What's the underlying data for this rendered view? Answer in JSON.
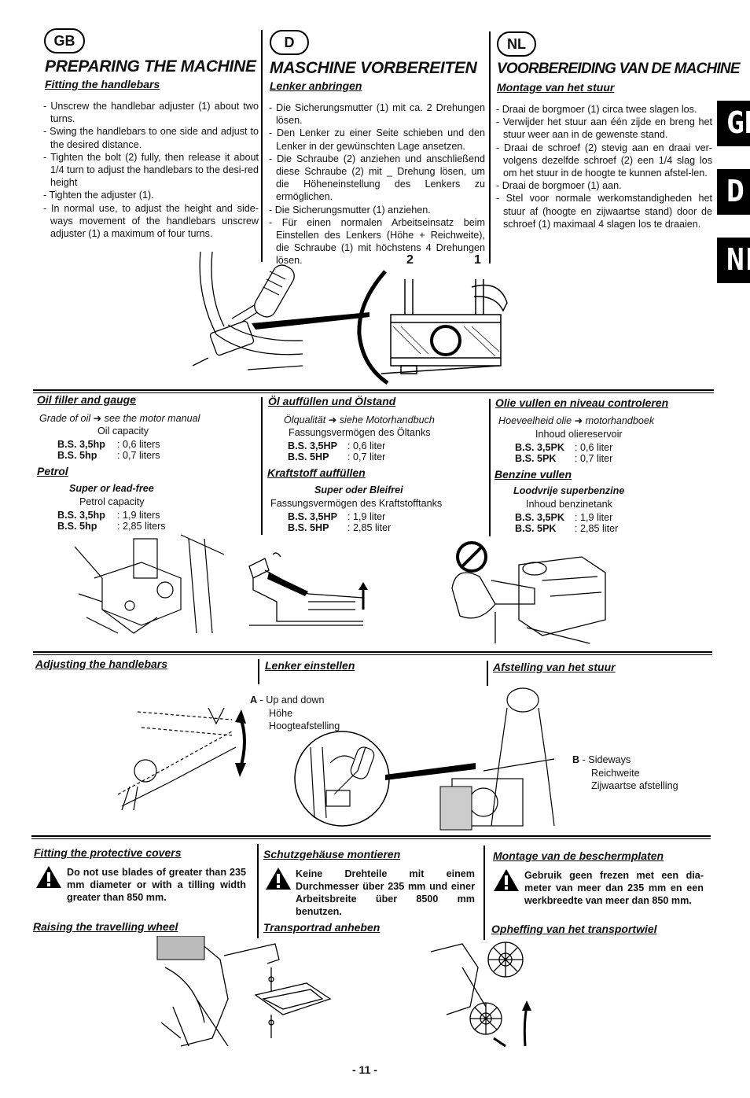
{
  "badges": {
    "gb": "GB",
    "d": "D",
    "nl": "NL"
  },
  "tabs": {
    "gb": "GB",
    "d": "D",
    "nl": "NL"
  },
  "section1": {
    "gb": {
      "title": "PREPARING THE MACHINE",
      "subtitle": "Fitting the handlebars",
      "items": [
        "- Unscrew the handlebar adjuster (1) about two turns.",
        "- Swing the handlebars to one side and adjust to the desired distance.",
        "- Tighten the bolt (2) fully, then release it about 1/4 turn to adjust the handlebars to the desi-red height",
        "- Tighten the adjuster (1).",
        "- In normal use, to adjust the height and side-ways movement of the handlebars unscrew adjuster (1) a maximum of four turns."
      ]
    },
    "d": {
      "title": "MASCHINE VORBEREITEN",
      "subtitle": "Lenker anbringen",
      "items": [
        "- Die Sicherungsmutter (1) mit ca. 2 Drehungen lösen.",
        "- Den Lenker zu einer Seite schieben und den Lenker in der gewünschten Lage ansetzen.",
        "- Die Schraube (2) anziehen und anschließend diese Schraube (2) mit _ Drehung lösen, um die Höheneinstellung des Lenkers zu ermöglichen.",
        "- Die Sicherungsmutter (1) anziehen.",
        "- Für einen normalen Arbeitseinsatz beim Einstellen des Lenkers (Höhe + Reichweite), die Schraube (1) mit höchstens 4 Drehungen lösen."
      ]
    },
    "nl": {
      "title": "VOORBEREIDING VAN DE MACHINE",
      "subtitle": "Montage van het stuur",
      "items": [
        "- Draai de borgmoer (1) circa twee slagen los.",
        "- Verwijder het stuur aan één zijde en breng het stuur weer aan in de gewenste stand.",
        "- Draai de schroef (2) stevig aan en draai ver-volgens dezelfde schroef (2) een 1/4 slag los om het stuur in de hoogte te kunnen afstel-len.",
        "- Draai de borgmoer (1) aan.",
        "- Stel voor normale werkomstandigheden het stuur af (hoogte en zijwaartse stand) door de schroef (1) maximaal 4 slagen los te draaien."
      ]
    },
    "labels": {
      "two": "2",
      "one": "1"
    }
  },
  "section2": {
    "gb": {
      "title": "Oil filler and gauge",
      "grade": "Grade of oil ➜ see the motor manual",
      "capacity": "Oil capacity",
      "specs": [
        {
          "k": "B.S. 3,5hp",
          "v": ": 0,6 liters"
        },
        {
          "k": "B.S. 5hp",
          "v": ": 0,7 liters"
        }
      ],
      "petrol_title": "Petrol",
      "fuel": "Super or lead-free",
      "fuel_capacity": "Petrol capacity",
      "fuel_specs": [
        {
          "k": "B.S. 3,5hp",
          "v": ": 1,9 liters"
        },
        {
          "k": "B.S. 5hp",
          "v": ": 2,85 liters"
        }
      ]
    },
    "d": {
      "title": "Öl auffüllen und Ölstand",
      "grade": "Ölqualität ➜ siehe Motorhandbuch",
      "capacity": "Fassungsvermögen des Öltanks",
      "specs": [
        {
          "k": "B.S. 3,5HP",
          "v": ": 0,6 liter"
        },
        {
          "k": "B.S. 5HP",
          "v": ": 0,7 liter"
        }
      ],
      "petrol_title": "Kraftstoff auffüllen",
      "fuel": "Super oder Bleifrei",
      "fuel_capacity": "Fassungsvermögen des Kraftstofftanks",
      "fuel_specs": [
        {
          "k": "B.S. 3,5HP",
          "v": ": 1,9 liter"
        },
        {
          "k": "B.S. 5HP",
          "v": ": 2,85 liter"
        }
      ]
    },
    "nl": {
      "title": "Olie vullen en niveau controleren",
      "grade": "Hoeveelheid olie ➜ motorhandboek",
      "capacity": "Inhoud oliereservoir",
      "specs": [
        {
          "k": "B.S. 3,5PK",
          "v": ": 0,6 liter"
        },
        {
          "k": "B.S. 5PK",
          "v": ": 0,7 liter"
        }
      ],
      "petrol_title": "Benzine vullen",
      "fuel": "Loodvrije superbenzine",
      "fuel_capacity": "Inhoud benzinetank",
      "fuel_specs": [
        {
          "k": "B.S. 3,5PK",
          "v": ": 1,9 liter"
        },
        {
          "k": "B.S. 5PK",
          "v": ": 2,85 liter"
        }
      ]
    }
  },
  "section3": {
    "gb_title": "Adjusting the handlebars",
    "d_title": "Lenker einstellen",
    "nl_title": "Afstelling van het stuur",
    "a_key": "A",
    "a_lines": [
      "- Up and down",
      "Höhe",
      "Hoogteafstelling"
    ],
    "b_key": "B",
    "b_lines": [
      "- Sideways",
      "Reichweite",
      "Zijwaartse afstelling"
    ]
  },
  "section4": {
    "gb": {
      "title": "Fitting the protective covers",
      "warning": "Do not use blades of greater than 235 mm diameter or with a tilling width greater than 850 mm.",
      "title2": "Raising the travelling wheel"
    },
    "d": {
      "title": "Schutzgehäuse montieren",
      "warning": "Keine Drehteile mit einem Durchmesser über 235 mm und einer Arbeitsbreite über 8500 mm benutzen.",
      "title2": "Transportrad anheben"
    },
    "nl": {
      "title": "Montage van de beschermplaten",
      "warning": "Gebruik geen frezen met een dia-meter van meer dan 235 mm en een werkbreedte van meer dan 850 mm.",
      "title2": "Opheffing van het transportwiel"
    }
  },
  "page_number": "- 11 -"
}
